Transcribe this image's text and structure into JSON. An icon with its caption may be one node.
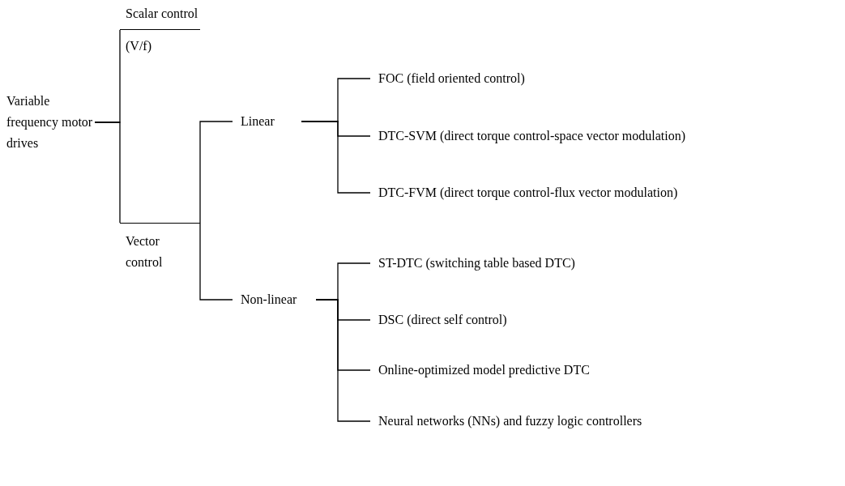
{
  "diagram": {
    "nodes": [
      {
        "text": [
          "Variable frequency motor drives"
        ]
      },
      {
        "text": [
          "Scalar control",
          "(V/f)"
        ]
      },
      {
        "text": [
          "Vector control"
        ]
      },
      {
        "text": [
          "Linear"
        ]
      },
      {
        "text": [
          "FOC (field oriented control)"
        ]
      },
      {
        "text": [
          "DTC-SVM (direct torque control-space vector modulation)"
        ]
      },
      {
        "text": [
          "DTC-FVM (direct torque control-flux vector modulation)"
        ]
      },
      {
        "text": [
          "Non-linear"
        ]
      },
      {
        "text": [
          "ST-DTC (switching table based DTC)"
        ]
      },
      {
        "text": [
          "DSC (direct self control)"
        ]
      },
      {
        "text": [
          "Online-optimized model predictive DTC"
        ]
      },
      {
        "text": [
          "Neural networks (NNs) and fuzzy logic controllers"
        ]
      }
    ],
    "edges": [
      {
        "from": 0,
        "to": 1,
        "arrow": "none"
      },
      {
        "from": 0,
        "to": 2,
        "arrow": "none"
      },
      {
        "from": 2,
        "to": 3,
        "arrow": "none"
      },
      {
        "from": 2,
        "to": 7,
        "arrow": "none"
      },
      {
        "from": 3,
        "to": 4,
        "arrow": "none"
      },
      {
        "from": 3,
        "to": 5,
        "arrow": "none"
      },
      {
        "from": 3,
        "to": 6,
        "arrow": "none"
      },
      {
        "from": 7,
        "to": 8,
        "arrow": "none"
      },
      {
        "from": 7,
        "to": 9,
        "arrow": "none"
      },
      {
        "from": 7,
        "to": 10,
        "arrow": "none"
      },
      {
        "from": 7,
        "to": 11,
        "arrow": "none"
      }
    ]
  }
}
